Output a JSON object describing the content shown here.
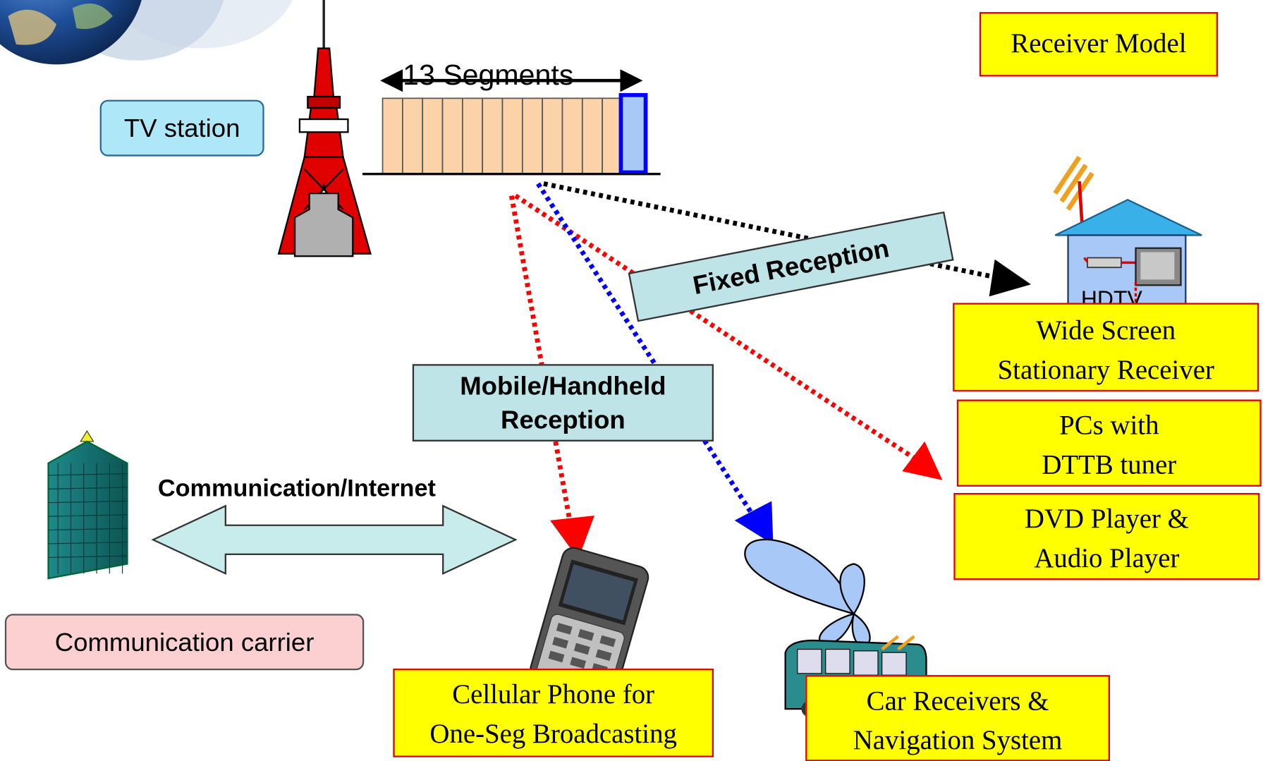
{
  "title": "Receiver Model",
  "segments_label": "13 Segments",
  "segment_count": 13,
  "highlighted_segment_index": 6,
  "tv_station": "TV station",
  "communication_carrier": "Communication carrier",
  "communication_internet": "Communication/Internet",
  "fixed_reception": "Fixed Reception",
  "mobile_reception": {
    "line1": "Mobile/Handheld",
    "line2": "Reception"
  },
  "hdtv_label": "HDTV",
  "receivers": {
    "wide_screen": {
      "line1": "Wide Screen",
      "line2": "Stationary Receiver"
    },
    "pcs": {
      "line1": "PCs with",
      "line2": "DTTB tuner"
    },
    "dvd": {
      "line1": "DVD Player &",
      "line2": "Audio Player"
    },
    "cellular": {
      "line1": "Cellular Phone for",
      "line2": "One-Seg Broadcasting"
    },
    "car": {
      "line1": "Car Receivers &",
      "line2": "Navigation System"
    }
  },
  "colors": {
    "label_fill": "#ffff00",
    "label_border": "#e00000",
    "segment_fill": "#fcd3a8",
    "highlight_segment": "#a8c8f8",
    "fixed_arrow": "#000000",
    "mobile_arrow": "#ff0000",
    "car_arrow": "#0000ff",
    "tv_station_fill": "#aee8f8",
    "carrier_fill": "#fcd0d0",
    "teal_box": "#bfe4e8",
    "tower": "#e00000"
  }
}
